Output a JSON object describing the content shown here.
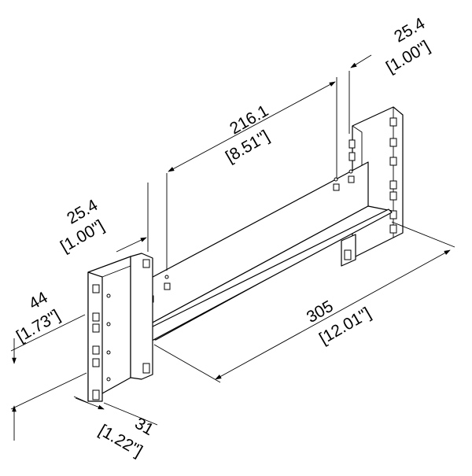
{
  "dimensions": {
    "width_overall": {
      "mm": "305",
      "inch": "[12.01\"]"
    },
    "hole_span": {
      "mm": "216.1",
      "inch": "[8.51\"]"
    },
    "right_offset": {
      "mm": "25.4",
      "inch": "[1.00\"]"
    },
    "left_offset": {
      "mm": "25.4",
      "inch": "[1.00\"]"
    },
    "height": {
      "mm": "44",
      "inch": "[1.73\"]"
    },
    "depth": {
      "mm": "31",
      "inch": "[1.22\"]"
    }
  }
}
